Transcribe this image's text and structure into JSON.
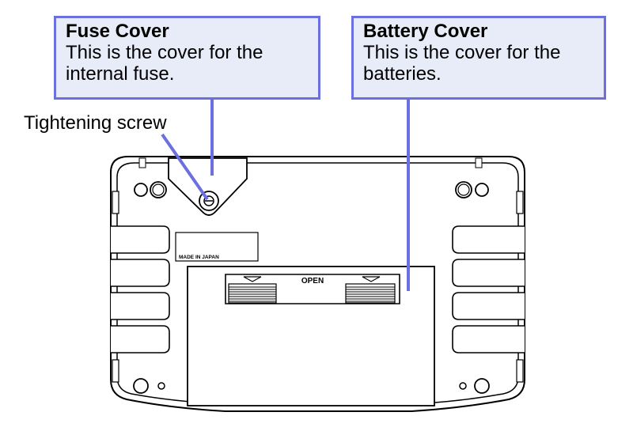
{
  "callouts": {
    "fuse": {
      "title": "Fuse Cover",
      "body_line1": "This is the cover for the",
      "body_line2": "internal fuse."
    },
    "battery": {
      "title": "Battery Cover",
      "body_line1": "This is the cover for the",
      "body_line2": "batteries."
    }
  },
  "labels": {
    "tightening_screw": "Tightening screw",
    "made_in": "MADE IN JAPAN",
    "open": "OPEN"
  },
  "colors": {
    "leader": "#6b6fe0",
    "callout_fill": "#e8ebf8",
    "outline": "#000000"
  }
}
